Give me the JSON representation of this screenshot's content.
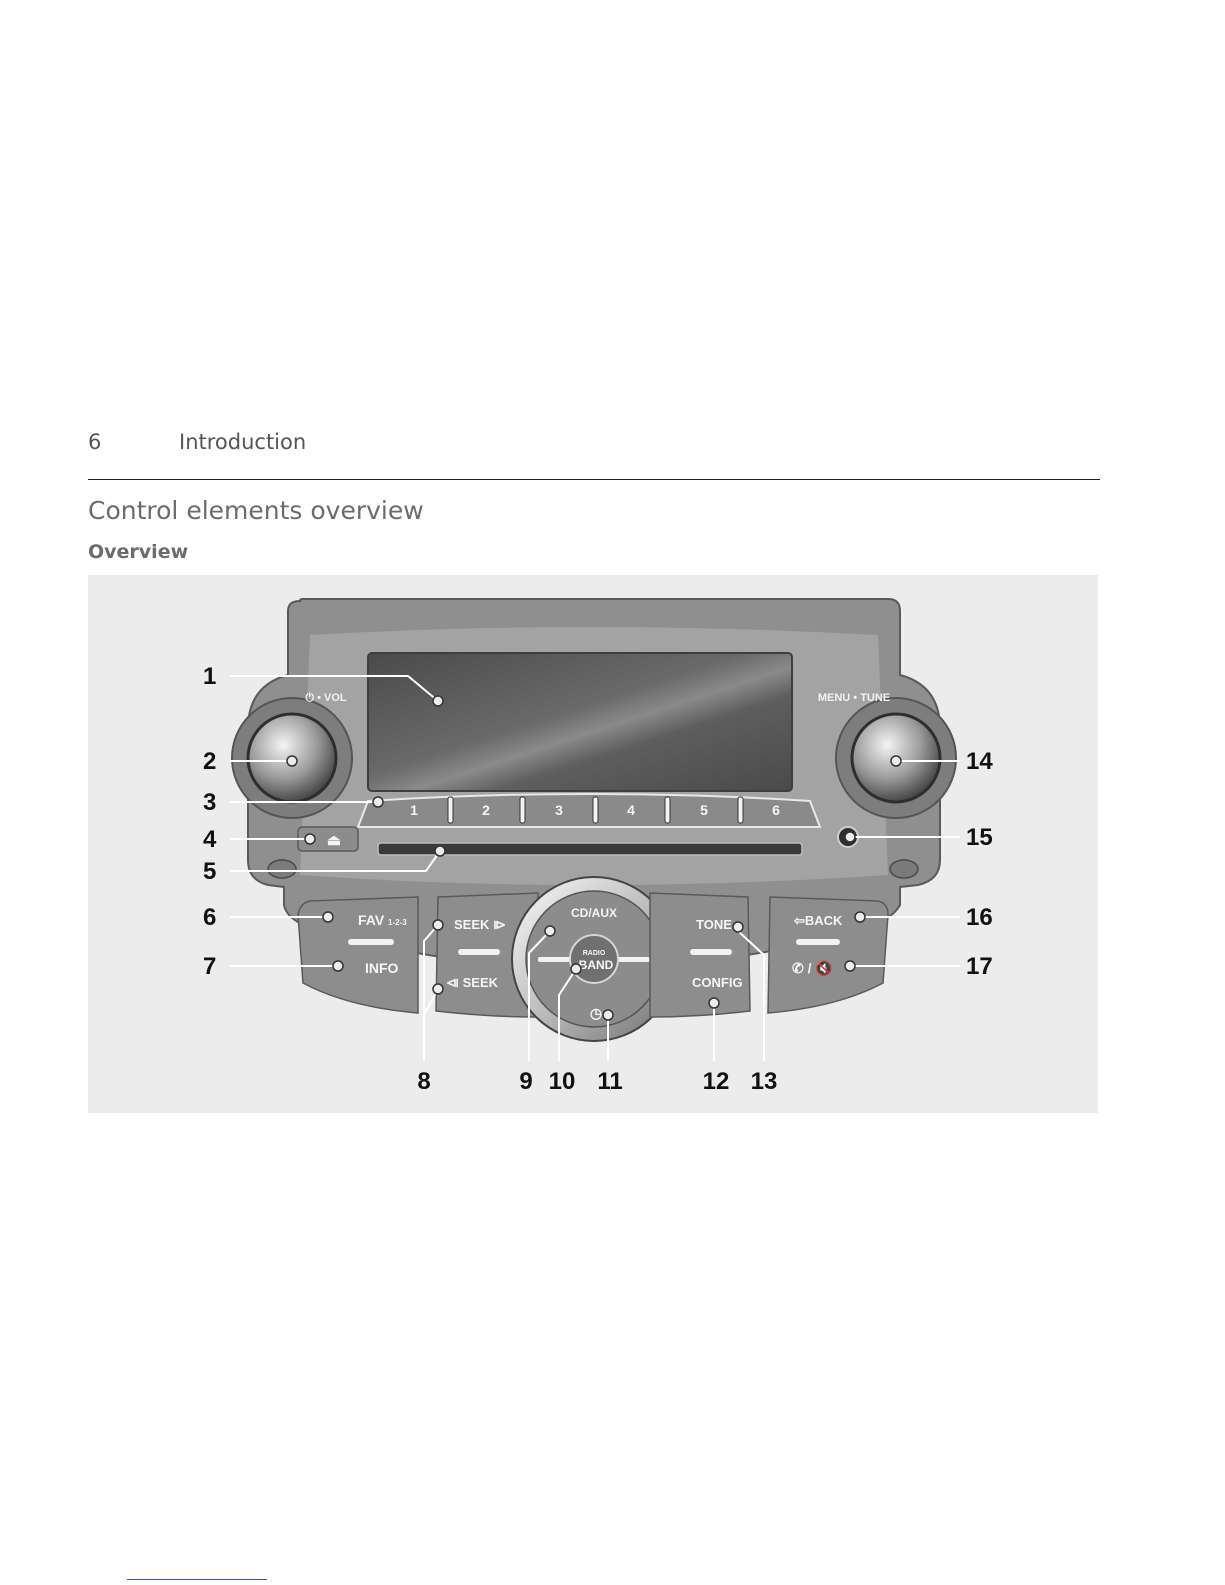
{
  "header": {
    "page_number": "6",
    "chapter": "Introduction"
  },
  "section": {
    "title": "Control elements overview",
    "subtitle": "Overview"
  },
  "panel_labels": {
    "vol": "⏻ • VOL",
    "menu_tune": "MENU • TUNE",
    "presets": [
      "1",
      "2",
      "3",
      "4",
      "5",
      "6"
    ],
    "eject_symbol": "⏏",
    "fav": "FAV",
    "fav_pages": "1-2-3",
    "info": "INFO",
    "seek_forward": "SEEK ⧐",
    "seek_back": "⧏ SEEK",
    "cd_aux": "CD/AUX",
    "radio": "RADIO",
    "band": "BAND",
    "clock_symbol": "◷",
    "tone": "TONE",
    "config": "CONFIG",
    "back": "⇦BACK",
    "phone_mute": "✆ / 🔇"
  },
  "callouts": [
    "1",
    "2",
    "3",
    "4",
    "5",
    "6",
    "7",
    "8",
    "9",
    "10",
    "11",
    "12",
    "13",
    "14",
    "15",
    "16",
    "17"
  ],
  "colors": {
    "panel_outer": "#8f8f8f",
    "panel_body": "#9d9d9d",
    "display": "#555555",
    "callout_line": "#ffffff"
  }
}
